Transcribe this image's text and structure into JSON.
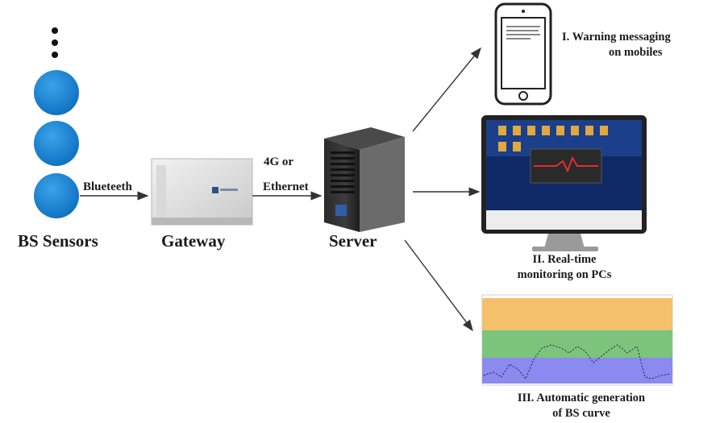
{
  "sensors": {
    "label": "BS Sensors",
    "color": "#1b86d2"
  },
  "gateway": {
    "label": "Gateway",
    "link_label": "Blueteeth"
  },
  "server": {
    "label": "Server",
    "link_label_line1": "4G or",
    "link_label_line2": "Ethernet"
  },
  "outputs": {
    "mobile": {
      "line1": "I. Warning messaging",
      "line2": "on mobiles"
    },
    "pc": {
      "line1": "II. Real-time",
      "line2": "monitoring on PCs"
    },
    "curve": {
      "line1": "III. Automatic generation",
      "line2": "of BS curve",
      "band_colors": [
        "#f5c06b",
        "#7cc47c",
        "#8a8af0"
      ]
    }
  }
}
